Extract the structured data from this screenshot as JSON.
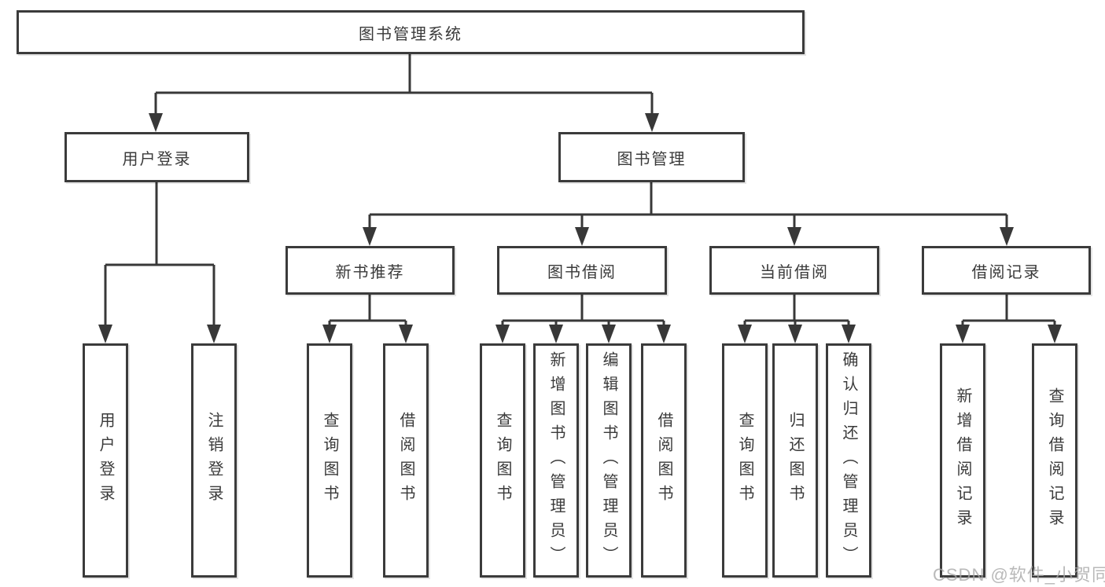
{
  "tree": {
    "label": "图书管理系统",
    "children": [
      {
        "label": "用户登录",
        "children": [
          {
            "label": "用户登录"
          },
          {
            "label": "注销登录"
          }
        ]
      },
      {
        "label": "图书管理",
        "children": [
          {
            "label": "新书推荐",
            "children": [
              {
                "label": "查询图书"
              },
              {
                "label": "借阅图书"
              }
            ]
          },
          {
            "label": "图书借阅",
            "children": [
              {
                "label": "查询图书"
              },
              {
                "label": "新增图书（管理员）"
              },
              {
                "label": "编辑图书（管理员）"
              },
              {
                "label": "借阅图书"
              }
            ]
          },
          {
            "label": "当前借阅",
            "children": [
              {
                "label": "查询图书"
              },
              {
                "label": "归还图书"
              },
              {
                "label": "确认归还（管理员）"
              }
            ]
          },
          {
            "label": "借阅记录",
            "children": [
              {
                "label": "新增借阅记录"
              },
              {
                "label": "查询借阅记录"
              }
            ]
          }
        ]
      }
    ]
  },
  "watermark": {
    "text": "CSDN @软件_小贺同学"
  },
  "colors": {
    "line": "#383838",
    "box_border": "#3b3b3b",
    "text": "#3a3a3a",
    "watermark": "#a8a8a8",
    "background": "#ffffff"
  }
}
